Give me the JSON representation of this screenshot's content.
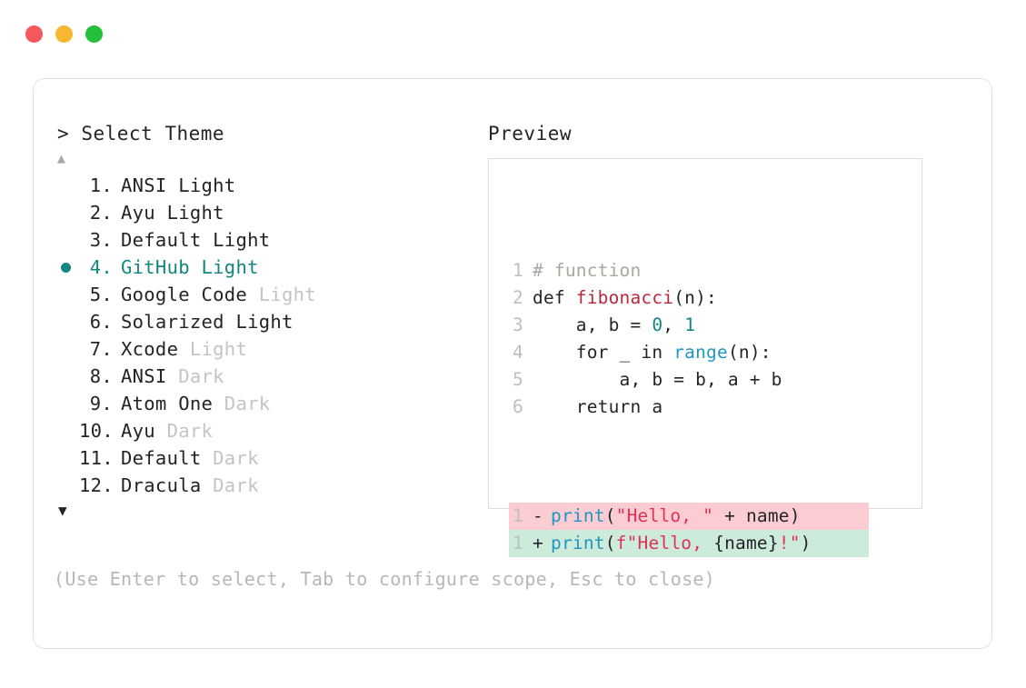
{
  "window": {
    "buttons": [
      {
        "name": "close",
        "color": "#f4585a"
      },
      {
        "name": "minimize",
        "color": "#f7b731"
      },
      {
        "name": "maximize",
        "color": "#23c03b"
      }
    ]
  },
  "prompt": {
    "caret": ">",
    "title": "Select Theme",
    "scroll_up": "▲",
    "scroll_down": "▼"
  },
  "themes": [
    {
      "index": "1.",
      "name": "ANSI",
      "suffix": "Light",
      "suffix_dim": false,
      "selected": false
    },
    {
      "index": "2.",
      "name": "Ayu",
      "suffix": "Light",
      "suffix_dim": false,
      "selected": false
    },
    {
      "index": "3.",
      "name": "Default",
      "suffix": "Light",
      "suffix_dim": false,
      "selected": false
    },
    {
      "index": "4.",
      "name": "GitHub",
      "suffix": "Light",
      "suffix_dim": false,
      "selected": true
    },
    {
      "index": "5.",
      "name": "Google Code",
      "suffix": "Light",
      "suffix_dim": true,
      "selected": false
    },
    {
      "index": "6.",
      "name": "Solarized",
      "suffix": "Light",
      "suffix_dim": false,
      "selected": false
    },
    {
      "index": "7.",
      "name": "Xcode",
      "suffix": "Light",
      "suffix_dim": true,
      "selected": false
    },
    {
      "index": "8.",
      "name": "ANSI",
      "suffix": "Dark",
      "suffix_dim": true,
      "selected": false
    },
    {
      "index": "9.",
      "name": "Atom One",
      "suffix": "Dark",
      "suffix_dim": true,
      "selected": false
    },
    {
      "index": "10.",
      "name": "Ayu",
      "suffix": "Dark",
      "suffix_dim": true,
      "selected": false
    },
    {
      "index": "11.",
      "name": "Default",
      "suffix": "Dark",
      "suffix_dim": true,
      "selected": false
    },
    {
      "index": "12.",
      "name": "Dracula",
      "suffix": "Dark",
      "suffix_dim": true,
      "selected": false
    }
  ],
  "preview": {
    "title": "Preview",
    "code_lines": [
      {
        "num": "1",
        "tokens": [
          {
            "t": "# function",
            "c": "comment"
          }
        ]
      },
      {
        "num": "2",
        "tokens": [
          {
            "t": "def ",
            "c": "plain"
          },
          {
            "t": "fibonacci",
            "c": "func"
          },
          {
            "t": "(n):",
            "c": "plain"
          }
        ]
      },
      {
        "num": "3",
        "tokens": [
          {
            "t": "    a, b = ",
            "c": "plain"
          },
          {
            "t": "0",
            "c": "num"
          },
          {
            "t": ", ",
            "c": "plain"
          },
          {
            "t": "1",
            "c": "num"
          }
        ]
      },
      {
        "num": "4",
        "tokens": [
          {
            "t": "    for _ in ",
            "c": "plain"
          },
          {
            "t": "range",
            "c": "builtin"
          },
          {
            "t": "(n):",
            "c": "plain"
          }
        ]
      },
      {
        "num": "5",
        "tokens": [
          {
            "t": "        a, b = b, a + b",
            "c": "plain"
          }
        ]
      },
      {
        "num": "6",
        "tokens": [
          {
            "t": "    return a",
            "c": "plain"
          }
        ]
      }
    ],
    "diff_lines": [
      {
        "num": "1",
        "sign": "-",
        "kind": "minus",
        "tokens": [
          {
            "t": "print",
            "c": "builtin"
          },
          {
            "t": "(",
            "c": "plain"
          },
          {
            "t": "\"Hello, \"",
            "c": "str"
          },
          {
            "t": " + name)",
            "c": "plain"
          }
        ]
      },
      {
        "num": "1",
        "sign": "+",
        "kind": "plus",
        "tokens": [
          {
            "t": "print",
            "c": "builtin"
          },
          {
            "t": "(",
            "c": "plain"
          },
          {
            "t": "f\"Hello, ",
            "c": "str"
          },
          {
            "t": "{name}",
            "c": "plain"
          },
          {
            "t": "!\"",
            "c": "str"
          },
          {
            "t": ")",
            "c": "plain"
          }
        ]
      }
    ]
  },
  "footer": {
    "hint": "(Use Enter to select, Tab to configure scope, Esc to close)"
  },
  "colors": {
    "accent": "#11877f",
    "diff_removed_bg": "#fbcdd2",
    "diff_added_bg": "#cdebda",
    "dim_text": "#c3c4c8",
    "border": "#e2e2e4"
  }
}
